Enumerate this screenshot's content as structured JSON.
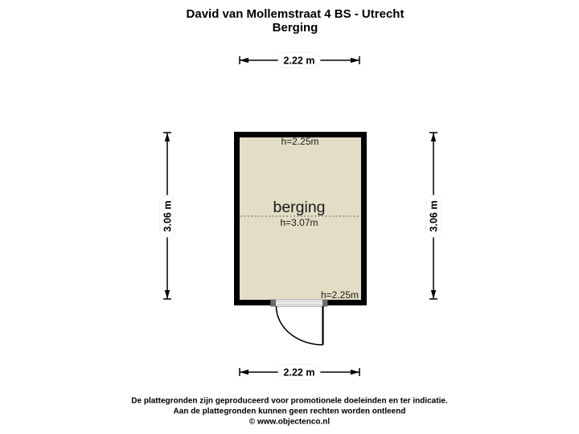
{
  "header": {
    "title_line1": "David van Mollemstraat 4 BS - Utrecht",
    "title_line2": "Berging"
  },
  "room": {
    "name": "berging",
    "ceiling_height_top": "h=2.25m",
    "ceiling_height_mid": "h=3.07m",
    "ceiling_height_bottom": "h=2.25m"
  },
  "dimensions": {
    "width_top": "2.22 m",
    "width_bottom": "2.22 m",
    "height_left": "3.06 m",
    "height_right": "3.06 m"
  },
  "footer": {
    "line1": "De plattegronden zijn geproduceerd voor promotionele doeleinden en ter indicatie.",
    "line2": "Aan de plattegronden kunnen geen rechten worden ontleend",
    "line3": "© www.objectenco.nl"
  },
  "colors": {
    "background": "#ffffff",
    "wall": "#000000",
    "floor_fill": "#e3ddc6",
    "dotted_line": "#555555",
    "threshold_border": "#8a8a8a",
    "threshold_cap": "#6b6b6b",
    "dimension_line": "#000000"
  }
}
